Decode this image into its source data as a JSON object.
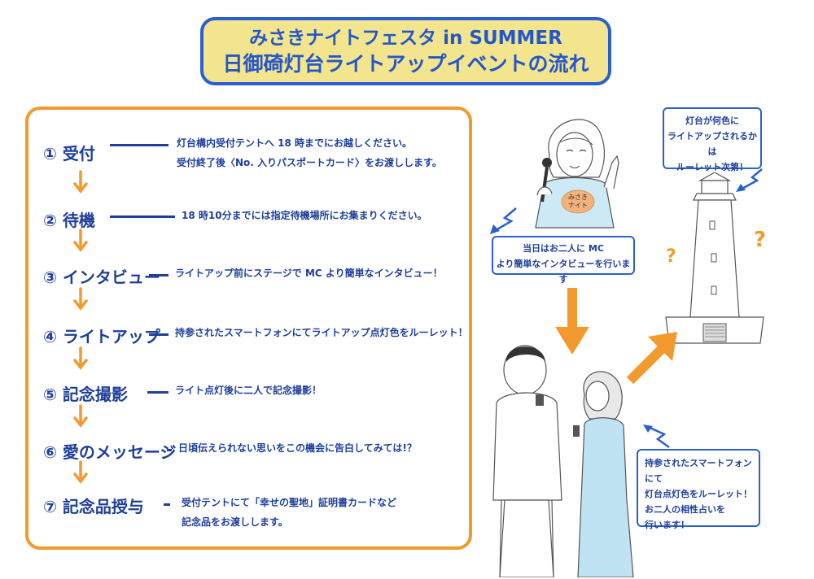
{
  "title": {
    "line1": "みさきナイトフェスタ in SUMMER",
    "line2": "日御碕灯台ライトアップイベントの流れ"
  },
  "steps": [
    {
      "label": "① 受付",
      "desc": [
        "灯台構内受付テントへ 18 時までにお越しください。",
        "受付終了後〈No. 入りパスポートカード〉をお渡しします。"
      ]
    },
    {
      "label": "② 待機",
      "desc": [
        "18 時10分までには指定待機場所にお集まりください。"
      ]
    },
    {
      "label": "③ インタビュー",
      "desc": [
        "ライトアップ前にステージで MC より簡単なインタビュー！"
      ]
    },
    {
      "label": "④ ライトアップ",
      "desc": [
        "持参されたスマートフォンにてライトアップ点灯色をルーレット！"
      ]
    },
    {
      "label": "⑤ 記念撮影",
      "desc": [
        "ライト点灯後に二人で記念撮影！"
      ]
    },
    {
      "label": "⑥ 愛のメッセージ",
      "desc": [
        "日頃伝えられない思いをこの機会に告白してみては!？"
      ]
    },
    {
      "label": "⑦ 記念品授与",
      "desc": [
        "受付テントにて「幸せの聖地」証明書カードなど",
        "記念品をお渡しします。"
      ]
    }
  ],
  "bubbles": {
    "lighthouse": [
      "灯台が何色に",
      "ライトアップされるかは",
      "ルーレット次第！"
    ],
    "mc": [
      "当日はお二人に MC",
      "より簡単なインタビューを行います"
    ],
    "couple": [
      "持参されたスマートフォンにて",
      "灯台点灯色をルーレット！",
      "お二人の相性占いを",
      "行います！"
    ]
  },
  "shirt_text": [
    "みさき",
    "ナイト"
  ],
  "colors": {
    "blue": "#2a5fd0",
    "navy": "#1e3f9a",
    "orange": "#f29a2e",
    "yellow": "#f3e58e",
    "dress": "#bfe3f2"
  }
}
